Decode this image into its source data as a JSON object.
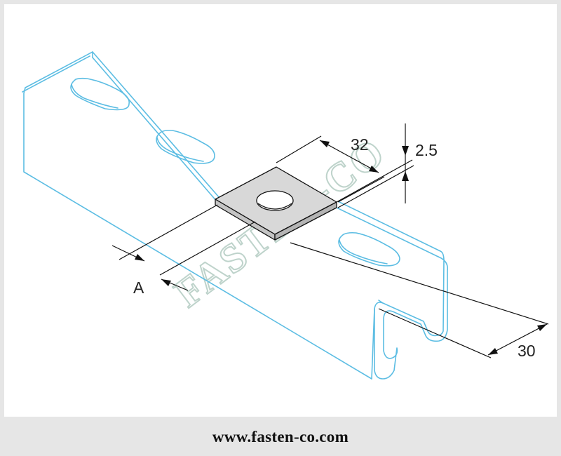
{
  "dimensions": {
    "width_label": "32",
    "thickness_label": "2.5",
    "offset_label": "A",
    "channel_label": "30"
  },
  "watermark": {
    "text": "FASTEN-CO"
  },
  "footer": {
    "url": "www.fasten-co.com"
  },
  "colors": {
    "channel": "#5cbde3",
    "washer_fill": "#d8d8d8",
    "dimension_line": "#111111",
    "watermark": "#b8cfc6"
  }
}
